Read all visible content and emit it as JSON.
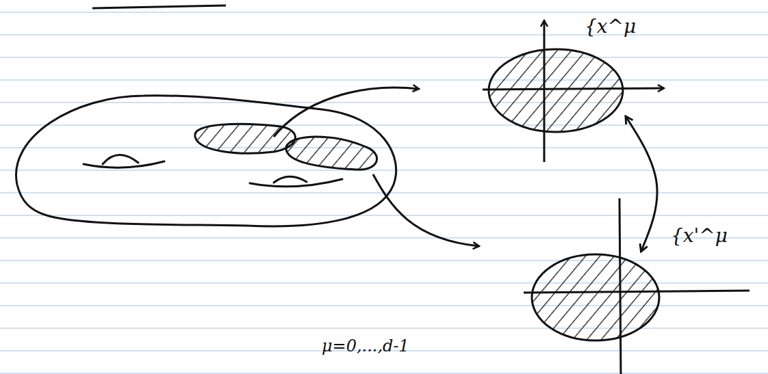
{
  "diagram": {
    "nodes": [
      {
        "text": [
          "{x^μ"
        ]
      },
      {
        "text": [
          "{x'^μ"
        ]
      }
    ],
    "edges": [
      {
        "from": 0,
        "to": 1,
        "arrow": "both"
      }
    ],
    "labels": [
      "μ=0,...,d-1"
    ]
  }
}
